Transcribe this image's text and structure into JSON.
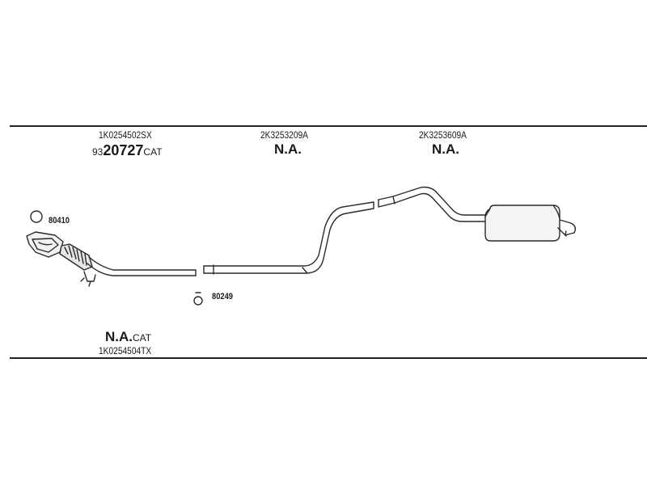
{
  "parts": [
    {
      "id": "front",
      "number": "1K0254502SX",
      "code_prefix": "93",
      "code_main": "20727",
      "code_suffix": "CAT"
    },
    {
      "id": "middle",
      "number": "2K3253209A",
      "code": "N.A."
    },
    {
      "id": "rear",
      "number": "2K3253609A",
      "code": "N.A."
    }
  ],
  "bottom_part": {
    "code": "N.A.",
    "suffix": "CAT",
    "number": "1K0254504TX"
  },
  "refs": {
    "gasket": "80410",
    "clamp": "80249"
  }
}
